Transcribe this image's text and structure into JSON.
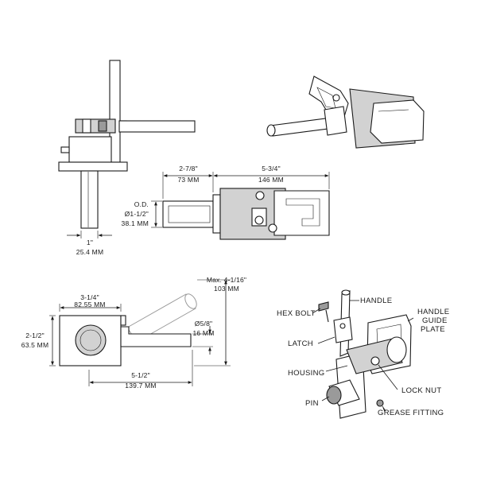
{
  "dimensions": {
    "pin_dia_in": "1\"",
    "pin_dia_mm": "25.4 MM",
    "pin_length_in": "2-7/8\"",
    "pin_length_mm": "73 MM",
    "body_length_in": "5-3/4\"",
    "body_length_mm": "146 MM",
    "od_label": "O.D.",
    "od_in": "Ø1-1/2\"",
    "od_mm": "38.1 MM",
    "plate_width_in": "3-1/4\"",
    "plate_width_mm": "82.55 MM",
    "plate_height_in": "2-1/2\"",
    "plate_height_mm": "63.5 MM",
    "handle_max_in": "Max. 4-1/16\"",
    "handle_max_mm": "103 MM",
    "handle_dia_in": "Ø5/8\"",
    "handle_dia_mm": "16 MM",
    "overall_length_in": "5-1/2\"",
    "overall_length_mm": "139.7 MM"
  },
  "labels": {
    "handle": "HANDLE",
    "hex_bolt": "HEX BOLT",
    "handle_guide_plate_1": "HANDLE",
    "handle_guide_plate_2": "GUIDE",
    "handle_guide_plate_3": "PLATE",
    "latch": "LATCH",
    "housing": "HOUSING",
    "lock_nut": "LOCK NUT",
    "pin": "PIN",
    "grease_fitting": "GREASE FITTING"
  }
}
